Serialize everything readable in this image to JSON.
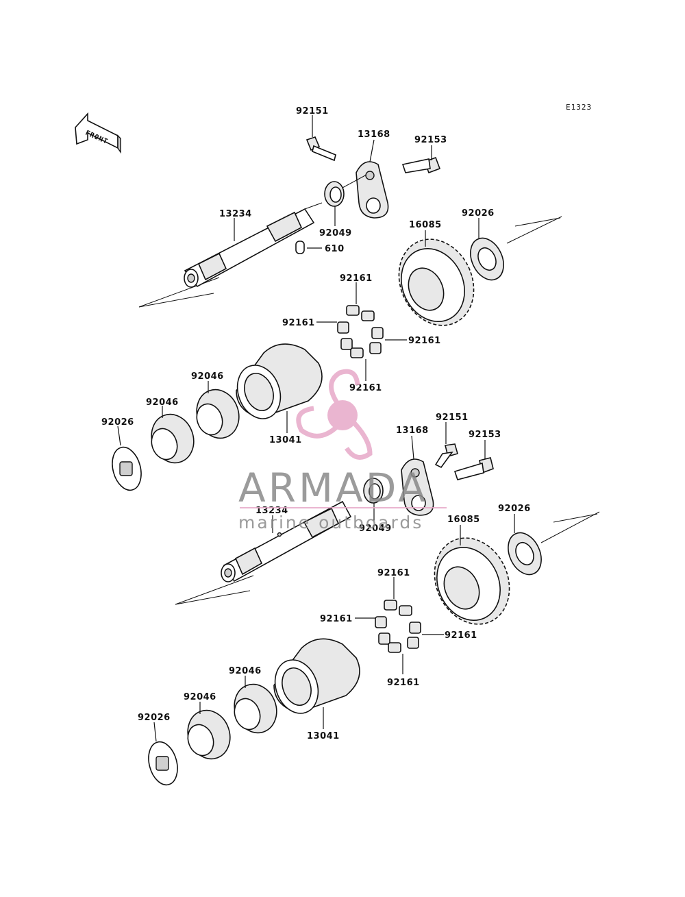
{
  "diagram_code": "E1323",
  "front_label": "FRONT",
  "watermark": {
    "brand": "ARMADA",
    "tagline": "marine outboards",
    "logo_color": "#e7a9c8",
    "text_color": "#8a8a8a"
  },
  "upper_assembly": {
    "shaft": "13234",
    "pin": "610",
    "seal": "92049",
    "bolt_top": "92151",
    "arm": "13168",
    "bolt_side": "92153",
    "gear": "16085",
    "washer_right": "92026",
    "damper_top": "92161",
    "damper_left": "92161",
    "damper_right": "92161",
    "damper_bottom": "92161",
    "hub": "13041",
    "bearing_inner": "92046",
    "bearing_outer": "92046",
    "washer_left": "92026"
  },
  "lower_assembly": {
    "shaft": "13234",
    "seal": "92049",
    "bolt_top": "92151",
    "arm": "13168",
    "bolt_side": "92153",
    "gear": "16085",
    "washer_right": "92026",
    "damper_top": "92161",
    "damper_left": "92161",
    "damper_right": "92161",
    "damper_bottom": "92161",
    "hub": "13041",
    "bearing_inner": "92046",
    "bearing_outer": "92046",
    "washer_left": "92026"
  }
}
